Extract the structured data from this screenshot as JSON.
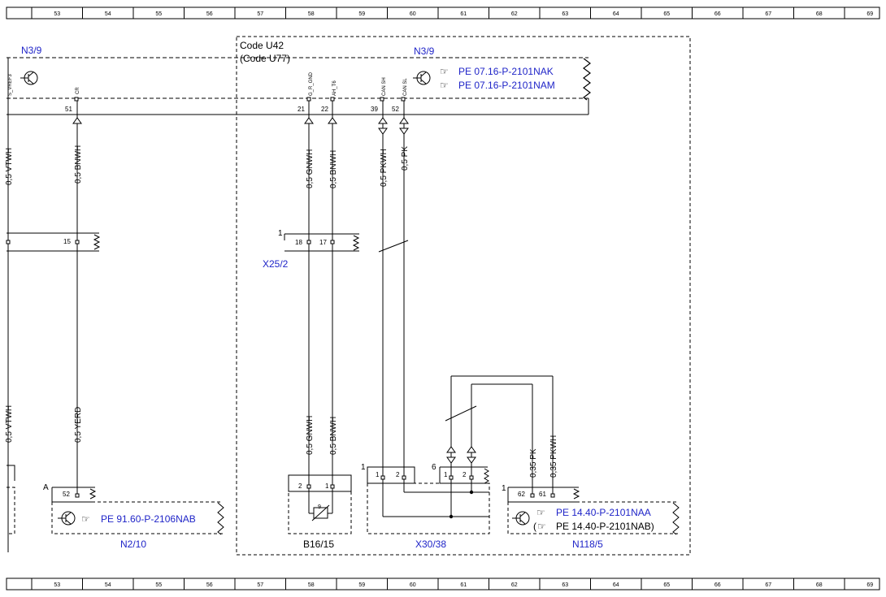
{
  "ruler": {
    "numbers": [
      "53",
      "54",
      "55",
      "56",
      "57",
      "58",
      "59",
      "60",
      "61",
      "62",
      "63",
      "64",
      "65",
      "66",
      "67",
      "68",
      "69"
    ]
  },
  "code_box": {
    "code1": "Code U42",
    "code2": "(Code U77)"
  },
  "modules": {
    "n3_9_left": "N3/9",
    "n3_9_right": "N3/9",
    "n3_9_refs": [
      "PE 07.16-P-2101NAK",
      "PE 07.16-P-2101NAM"
    ],
    "x25_2": "X25/2",
    "b16_15": "B16/15",
    "x30_38": "X30/38",
    "n118_5": "N118/5",
    "n118_5_refs": [
      "PE 14.40-P-2101NAA",
      "PE 14.40-P-2101NAB)"
    ],
    "n118_5_paren": "(",
    "n2_10": "N2/10",
    "n2_10_ref": "PE 91.60-P-2106NAB"
  },
  "pins": {
    "n3_9": {
      "cr": "51",
      "g_r_gnd": "21",
      "ah_t6": "22",
      "can_sh": "39",
      "can_sl": "52"
    },
    "n3_9_names": {
      "cr": "CR",
      "g_r_gnd": "G_R_GND",
      "ah_t6": "AH_T6",
      "can_sh": "CAN SH",
      "can_sl": "CAN SL",
      "left": "S_VREF3"
    },
    "conn15": "15",
    "x25_2": {
      "one": "1",
      "a": "18",
      "b": "17"
    },
    "b16_15": {
      "a": "2",
      "b": "1",
      "inner": "9"
    },
    "x30_38": {
      "g1": "1",
      "g1a": "1",
      "g1b": "2",
      "g2": "6",
      "g2a": "1",
      "g2b": "2"
    },
    "n118_5": {
      "one": "1",
      "a": "62",
      "b": "61"
    },
    "n2_10": {
      "a": "A",
      "p": "52"
    }
  },
  "wires": {
    "bnwh_top": "0,5 BNWH",
    "gnwh_top": "0,5 GNWH",
    "bnwh2_top": "0,5 BNWH",
    "pkwh_top": "0,5 PKWH",
    "pk_top": "0,5 PK",
    "yerd": "0,5 YERD",
    "gnwh_bot": "0,5 GNWH",
    "bnwh_bot": "0,5 BNWH",
    "pk035": "0,35 PK",
    "pkwh035": "0,35 PKWH",
    "left_top": "0,5 VTWH",
    "left_bot": "0,5 VTWH"
  }
}
